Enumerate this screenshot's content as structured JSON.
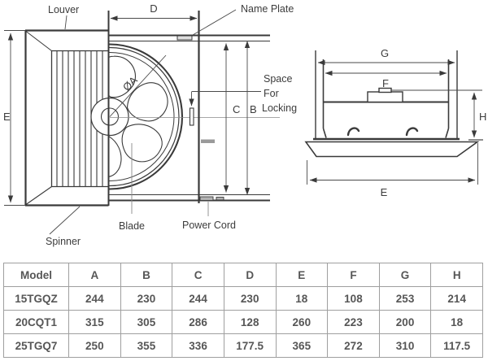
{
  "diagram": {
    "left_view": {
      "louver_label": "Louver",
      "spinner_label": "Spinner",
      "blade_label": "Blade",
      "power_cord_label": "Power Cord",
      "name_plate_label": "Name Plate",
      "space_line1": "Space",
      "space_line2": "For",
      "space_line3": "Locking",
      "dim_d": "D",
      "dim_e": "E",
      "dim_c": "C",
      "dim_b": "B",
      "dim_dia": "ØA"
    },
    "right_view": {
      "dim_g": "G",
      "dim_f": "F",
      "dim_h": "H",
      "dim_e": "E"
    },
    "colors": {
      "line": "#3a3a3a",
      "dim_line": "#4a4a4a",
      "leader": "#8a8a8a",
      "gray_fill": "#9a9a9a"
    }
  },
  "table": {
    "headers": [
      "Model",
      "A",
      "B",
      "C",
      "D",
      "E",
      "F",
      "G",
      "H"
    ],
    "rows": [
      {
        "model": "15TGQZ",
        "values": [
          "244",
          "230",
          "244",
          "230",
          "18",
          "108",
          "253",
          "214"
        ]
      },
      {
        "model": "20CQT1",
        "values": [
          "315",
          "305",
          "286",
          "128",
          "260",
          "223",
          "200",
          "18"
        ]
      },
      {
        "model": "25TGQ7",
        "values": [
          "250",
          "355",
          "336",
          "177.5",
          "365",
          "272",
          "310",
          "117.5"
        ]
      }
    ]
  }
}
